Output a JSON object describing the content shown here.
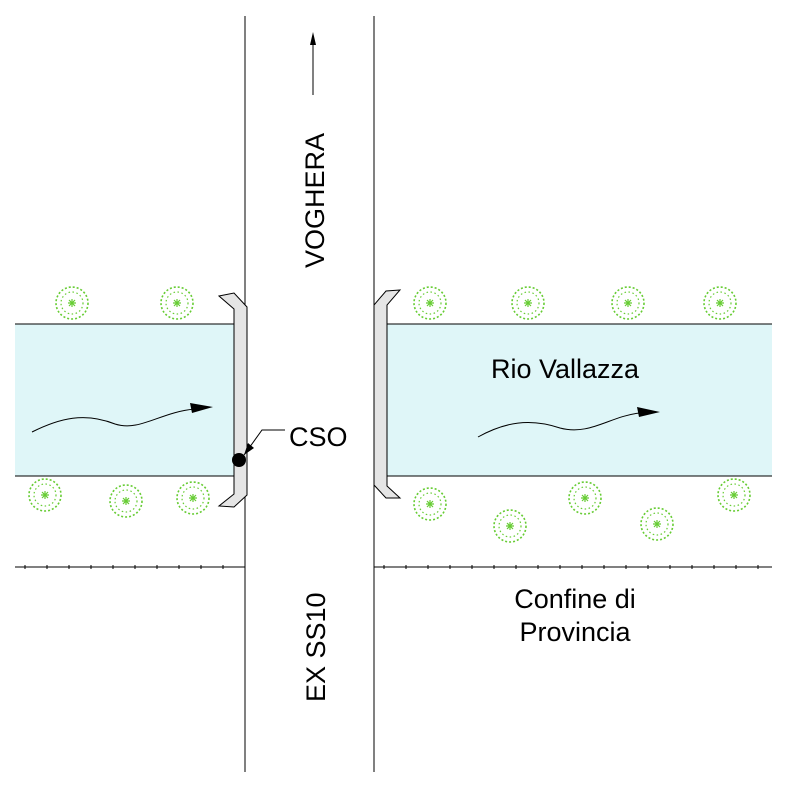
{
  "labels": {
    "north_direction": "VOGHERA",
    "road_name": "EX SS10",
    "river_name": "Rio Vallazza",
    "cso": "CSO",
    "boundary_line1": "Confine di",
    "boundary_line2": "Provincia"
  },
  "colors": {
    "river_fill": "#dff6f8",
    "vegetation": "#66cc33",
    "line": "#000000",
    "bridge_fill": "#e5e5e5"
  },
  "icons": [
    "shrub-icon",
    "flow-arrow-icon",
    "north-arrow-icon",
    "cso-outfall-icon"
  ]
}
